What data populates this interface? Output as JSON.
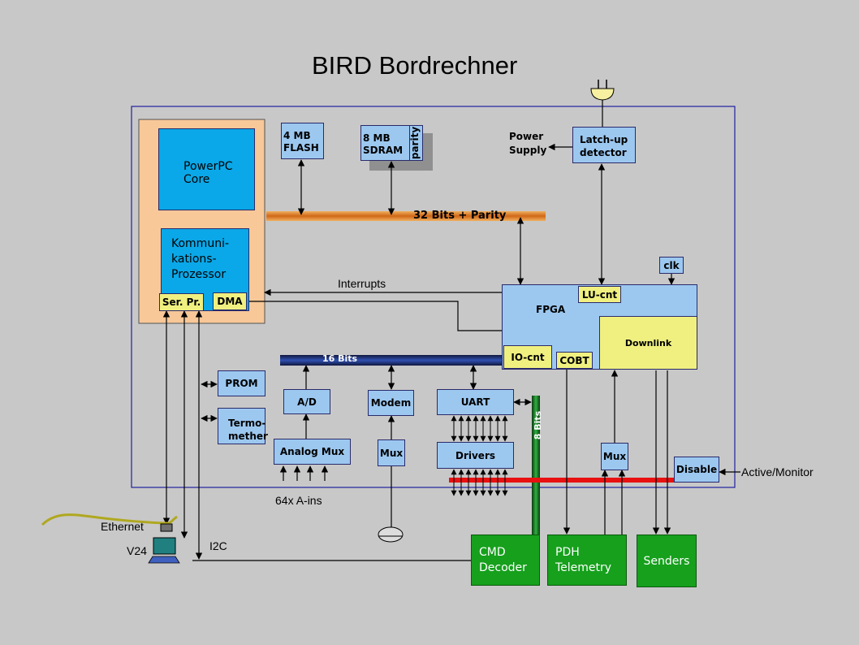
{
  "title": "BIRD Bordrechner",
  "blocks": {
    "powerpc": "PowerPC\nCore",
    "komm": "Kommuni-\nkations-\nProzessor",
    "ser_pr": "Ser. Pr.",
    "dma": "DMA",
    "flash": "4 MB\nFLASH",
    "sdram": "8 MB\nSDRAM",
    "parity": "parity",
    "power_supply": "Power\nSupply",
    "latchup": "Latch-up\ndetector",
    "clk": "clk",
    "fpga": "FPGA",
    "lu_cnt": "LU-cnt",
    "downlink": "Downlink",
    "io_cnt": "IO-cnt",
    "cobt": "COBT",
    "prom": "PROM",
    "termomether": "Termo-\nmether",
    "ad": "A/D",
    "analog_mux": "Analog Mux",
    "modem": "Modem",
    "mux_modem": "Mux",
    "uart": "UART",
    "drivers": "Drivers",
    "mux_right": "Mux",
    "disable": "Disable",
    "cmd_decoder": "CMD\nDecoder",
    "pdh": "PDH\nTelemetry",
    "senders": "Senders"
  },
  "labels": {
    "bus32": "32 Bits + Parity",
    "bus16": "16 Bits",
    "bus8": "8 Bits",
    "interrupts": "Interrupts",
    "ains": "64x A-ins",
    "ethernet": "Ethernet",
    "v24": "V24",
    "i2c": "I2C",
    "active_monitor": "Active/Monitor"
  }
}
